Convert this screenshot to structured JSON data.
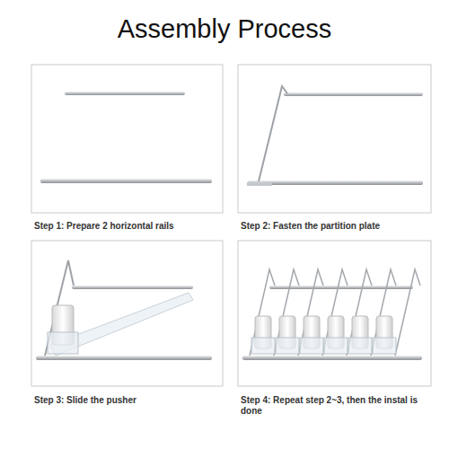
{
  "diagram": {
    "title": "Assembly Process",
    "labels": [
      "Step 1: Prepare 2 horizontal rails",
      "Step 2: Fasten the partition plate",
      "Step 3: Slide the pusher",
      "Step 4: Repeat step 2~3, then the instal is done"
    ]
  }
}
